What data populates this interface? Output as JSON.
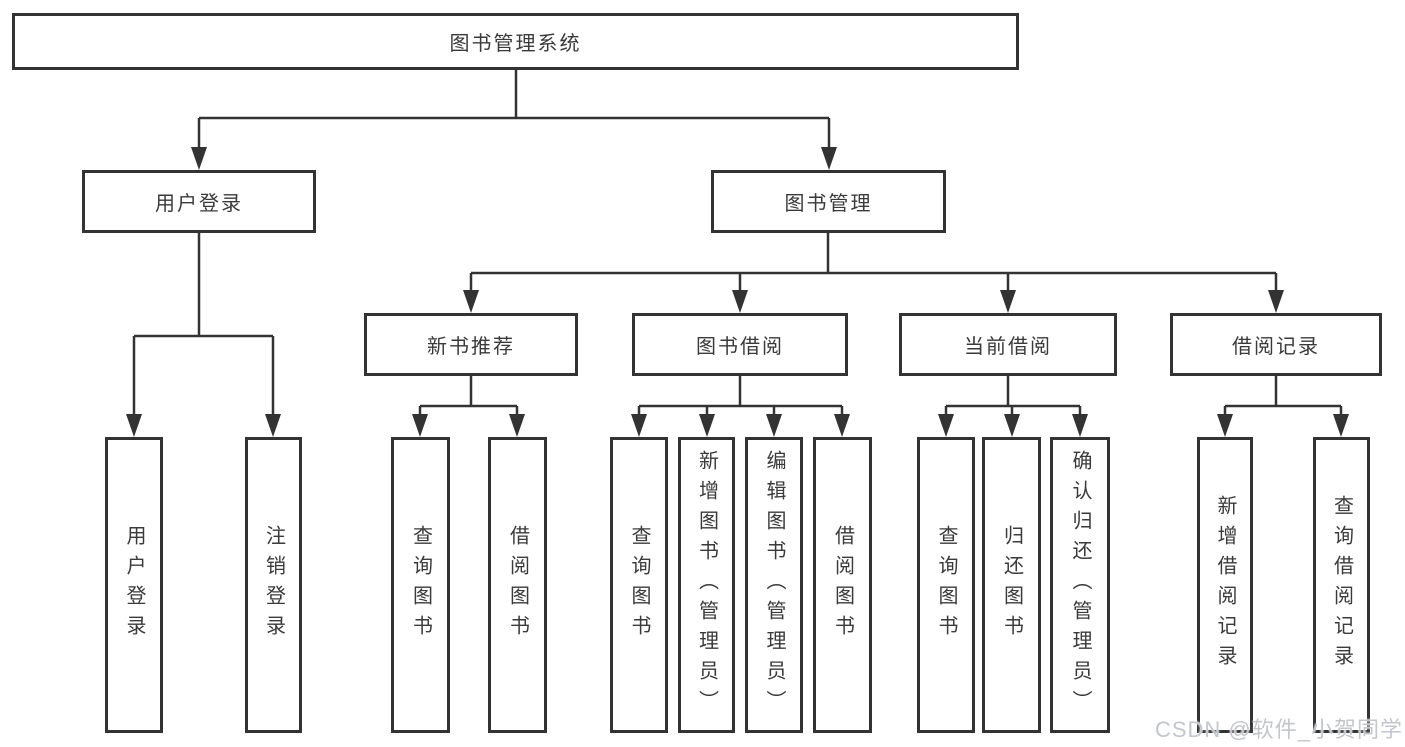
{
  "diagram_title": "图书管理系统",
  "nodes": {
    "root": "图书管理系统",
    "user_login": "用户登录",
    "book_mgmt": "图书管理",
    "new_book": "新书推荐",
    "book_borrow": "图书借阅",
    "current_borrow": "当前借阅",
    "borrow_record": "借阅记录",
    "leaves": {
      "user_login": [
        "用户登录",
        "注销登录"
      ],
      "new_book": [
        "查询图书",
        "借阅图书"
      ],
      "book_borrow": [
        "查询图书",
        "新增图书（管理员）",
        "编辑图书（管理员）",
        "借阅图书"
      ],
      "current_borrow": [
        "查询图书",
        "归还图书",
        "确认归还（管理员）"
      ],
      "borrow_record": [
        "新增借阅记录",
        "查询借阅记录"
      ]
    }
  },
  "watermark": "CSDN @软件_小贺同学",
  "colors": {
    "line": "#333333",
    "text": "#3a3a3a",
    "box_bg": "#ffffff",
    "watermark": "#c3c6ca"
  }
}
